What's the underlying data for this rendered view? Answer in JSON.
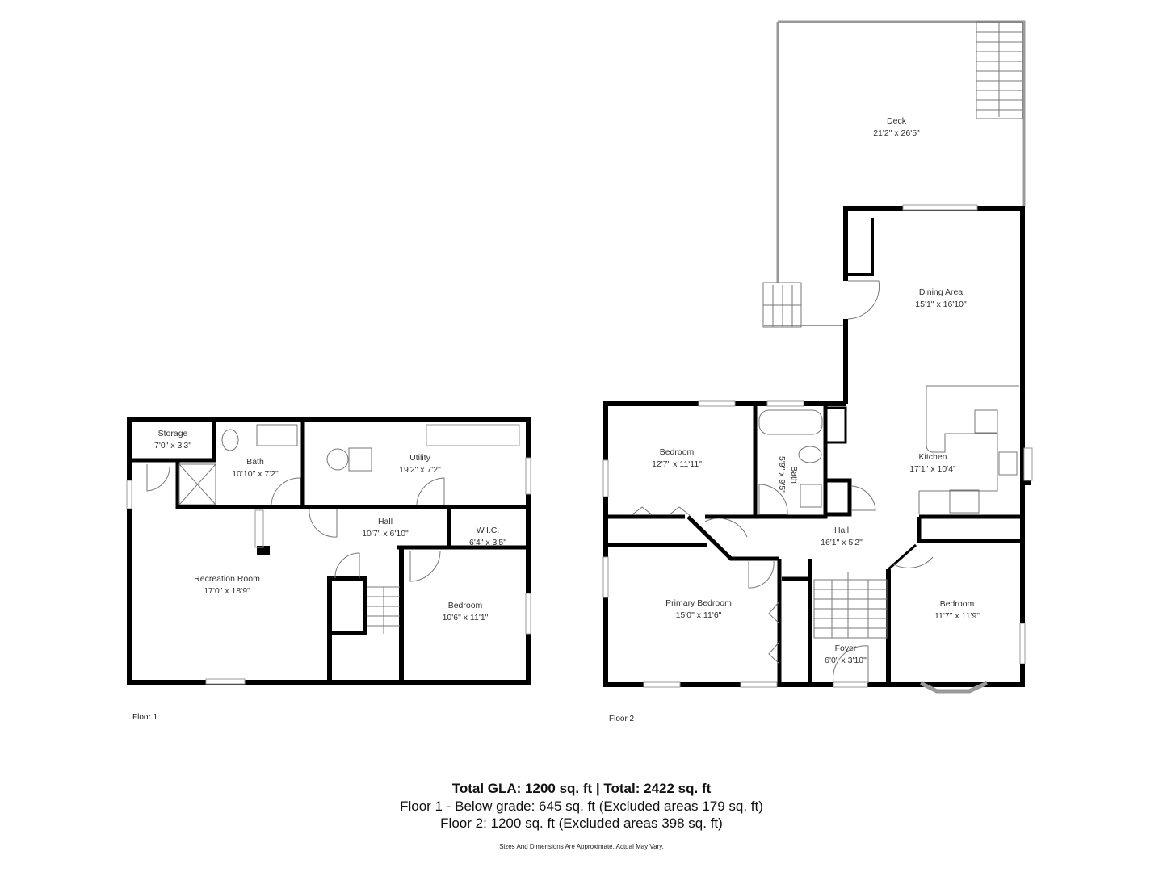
{
  "floors": [
    {
      "label": "Floor 1",
      "rooms": [
        {
          "name": "Storage",
          "dims": "7'0\" x 3'3\""
        },
        {
          "name": "Bath",
          "dims": "10'10\" x 7'2\""
        },
        {
          "name": "Utility",
          "dims": "19'2\" x 7'2\""
        },
        {
          "name": "Hall",
          "dims": "10'7\" x 6'10\""
        },
        {
          "name": "W.I.C.",
          "dims": "6'4\" x 3'5\""
        },
        {
          "name": "Recreation Room",
          "dims": "17'0\" x 18'9\""
        },
        {
          "name": "Bedroom",
          "dims": "10'6\" x 11'1\""
        }
      ]
    },
    {
      "label": "Floor 2",
      "rooms": [
        {
          "name": "Deck",
          "dims": "21'2\" x 26'5\""
        },
        {
          "name": "Dining Area",
          "dims": "15'1\" x 16'10\""
        },
        {
          "name": "Bedroom",
          "dims": "12'7\" x 11'11\""
        },
        {
          "name": "Bath",
          "dims": "5'9\" x 9'5\""
        },
        {
          "name": "Kitchen",
          "dims": "17'1\" x 10'4\""
        },
        {
          "name": "Hall",
          "dims": "16'1\" x 5'2\""
        },
        {
          "name": "Primary Bedroom",
          "dims": "15'0\" x 11'6\""
        },
        {
          "name": "Foyer",
          "dims": "6'0\" x 3'10\""
        },
        {
          "name": "Bedroom",
          "dims": "11'7\" x 11'9\""
        }
      ]
    }
  ],
  "summary": {
    "total": "Total GLA: 1200 sq. ft | Total: 2422 sq. ft",
    "floor1": "Floor 1 - Below grade: 645 sq. ft (Excluded areas 179 sq. ft)",
    "floor2": "Floor 2: 1200 sq. ft (Excluded areas 398 sq. ft)",
    "disclaimer": "Sizes And Dimensions Are Approximate. Actual May Vary."
  },
  "colors": {
    "wall": "#000000",
    "fixture": "#777777",
    "background": "#ffffff"
  }
}
